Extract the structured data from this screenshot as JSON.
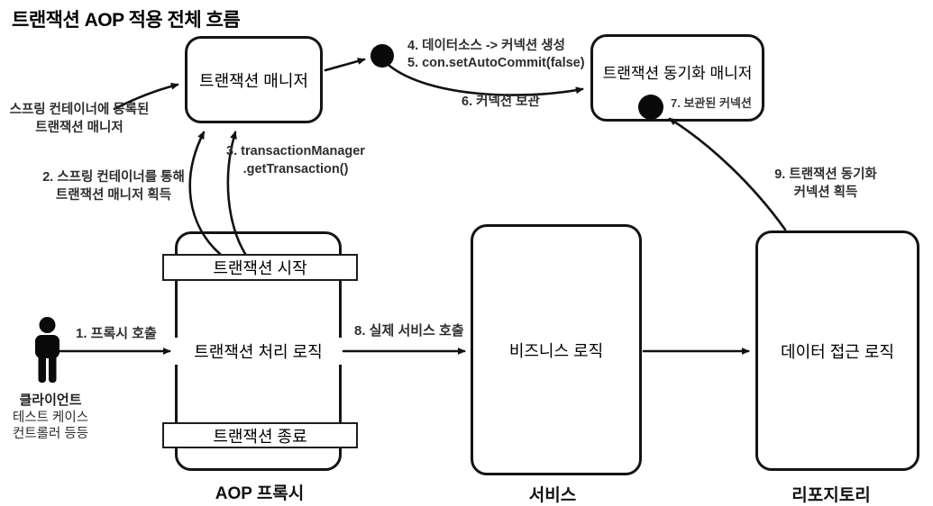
{
  "title": "트랜잭션 AOP 적용 전체 흐름",
  "nodes": {
    "transaction_manager": {
      "label": "트랜잭션 매니저"
    },
    "sync_manager": {
      "label": "트랜잭션 동기화 매니저"
    },
    "aop_proxy": {
      "start_bar": "트랜잭션 시작",
      "body": "트랜잭션 처리 로직",
      "end_bar": "트랜잭션 종료",
      "caption": "AOP 프록시"
    },
    "service": {
      "label": "비즈니스 로직",
      "caption": "서비스"
    },
    "repository": {
      "label": "데이터 접근 로직",
      "caption": "리포지토리"
    }
  },
  "annotations": {
    "registered_manager": {
      "line1": "스프링 컨테이너에 등록된",
      "line2": "트랜잭션 매니저"
    },
    "step1": "1. 프록시 호출",
    "step2": {
      "line1": "2. 스프링 컨테이너를 통해",
      "line2": "트랜잭션 매니저 획득"
    },
    "step3": {
      "line1": "3. transactionManager",
      "line2": ".getTransaction()"
    },
    "step4": "4. 데이터소스 -> 커넥션 생성",
    "step5": "5. con.setAutoCommit(false)",
    "step6": "6. 커넥션 보관",
    "step7": "7. 보관된 커넥션",
    "step8": "8. 실제 서비스 호출",
    "step9": {
      "line1": "9. 트랜잭션 동기화",
      "line2": "커넥션 획득"
    }
  },
  "client": {
    "line1": "클라이언트",
    "line2": "테스트 케이스",
    "line3": "컨트롤러 등등"
  },
  "colors": {
    "ink": "#111111",
    "annotation": "#2e2e2e",
    "background": "#ffffff"
  }
}
